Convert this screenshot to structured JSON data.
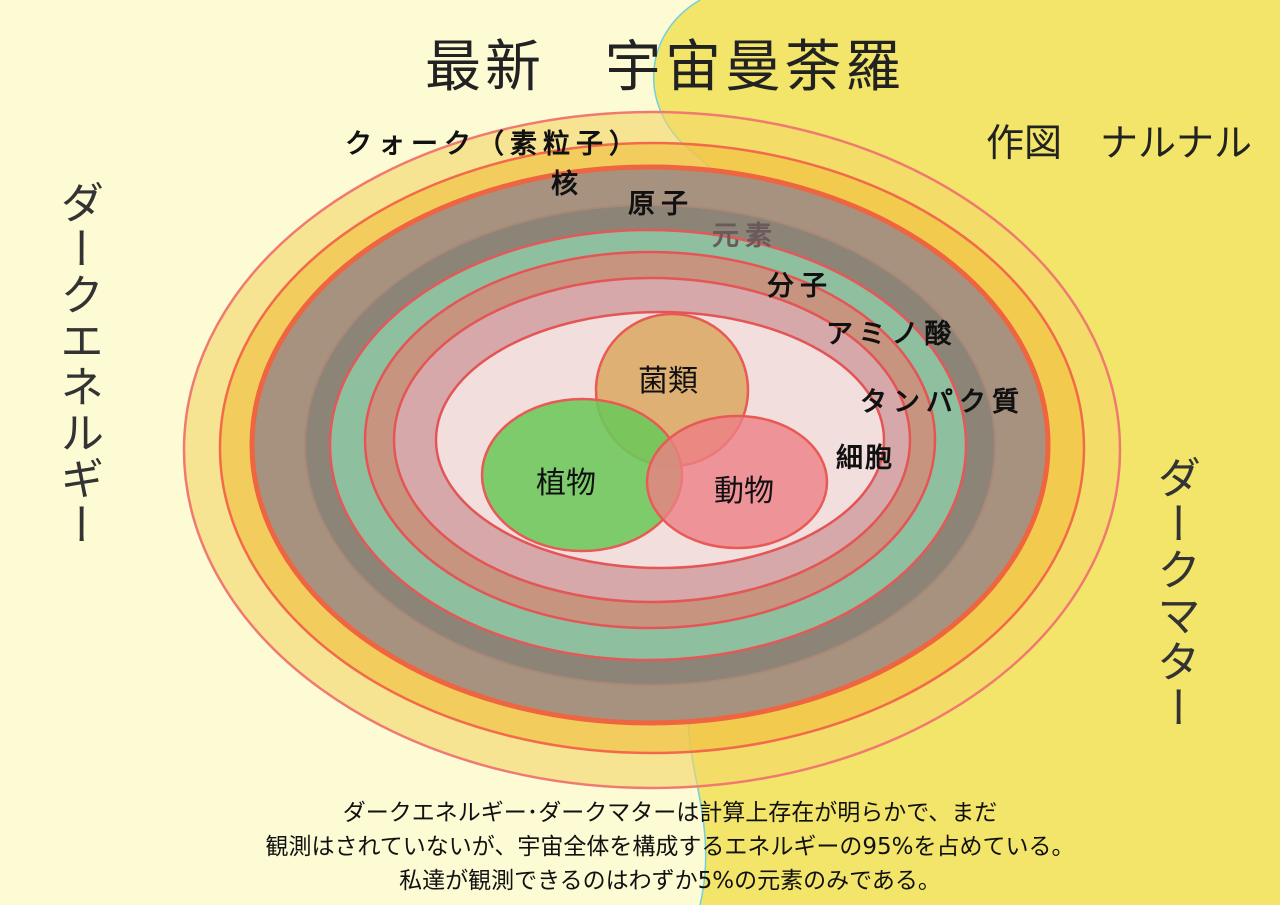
{
  "title": "最新　宇宙曼荼羅",
  "author": "作図　ナルナル",
  "dark_energy": "ダークエネルギー",
  "dark_matter": "ダークマター",
  "layers": [
    {
      "label": "クォーク（素粒子）"
    },
    {
      "label": "核"
    },
    {
      "label": "原子"
    },
    {
      "label": "元素"
    },
    {
      "label": "分子"
    },
    {
      "label": "アミノ酸"
    },
    {
      "label": "タンパク質"
    },
    {
      "label": "細胞"
    }
  ],
  "inner": {
    "fungi": "菌類",
    "plants": "植物",
    "animals": "動物"
  },
  "note": [
    "ダークエネルギー･ダークマターは計算上存在が明らかで、まだ",
    "観測はされていないが、宇宙全体を構成するエネルギーの95%を占めている。",
    "私達が観測できるのはわずか5%の元素のみである。"
  ],
  "colors": {
    "background_left": "#fdfbd4",
    "background_right": "#f2e56a",
    "quark": "#f5dc7a",
    "nucleus": "#f2c24e",
    "atom": "#a89580",
    "element": "#8a8276",
    "molecule": "#8fbfa0",
    "amino_acid": "#c7927e",
    "protein": "#d4a7a9",
    "cell": "#f2dddd",
    "fungi": "#d9a860",
    "plants": "#6cc85a",
    "animals": "#ec7f85",
    "outline": "#e44e4a"
  }
}
